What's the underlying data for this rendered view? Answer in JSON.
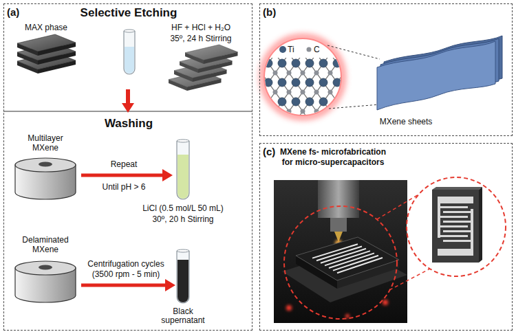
{
  "diagram": {
    "nodes": [
      {
        "text": [
          "(a)"
        ]
      },
      {
        "text": [
          "Selective Etching"
        ],
        "in": 0
      },
      {
        "text": [
          "Washing"
        ],
        "in": 0
      },
      {
        "text": [
          "(b)"
        ]
      },
      {
        "text": [
          "(c)",
          "MXene fs- microfabrication for micro-supercapacitors"
        ]
      }
    ],
    "edges": [
      {
        "from": 1,
        "to": 2,
        "arrow": "to"
      }
    ],
    "labels": [
      "MAX phase",
      "HF + HCl + H₂O",
      "35º, 24 h Stirring",
      "Multilayer MXene",
      "Repeat",
      "Until pH > 6",
      "LiCl (0.5 mol/L 50 mL)",
      "30º, 20 h Stirring",
      "Delaminated MXene",
      "Centrifugation cycles",
      "(3500 rpm - 5 min)",
      "Black supernatant",
      "Ti",
      "C",
      "MXene sheets"
    ]
  }
}
